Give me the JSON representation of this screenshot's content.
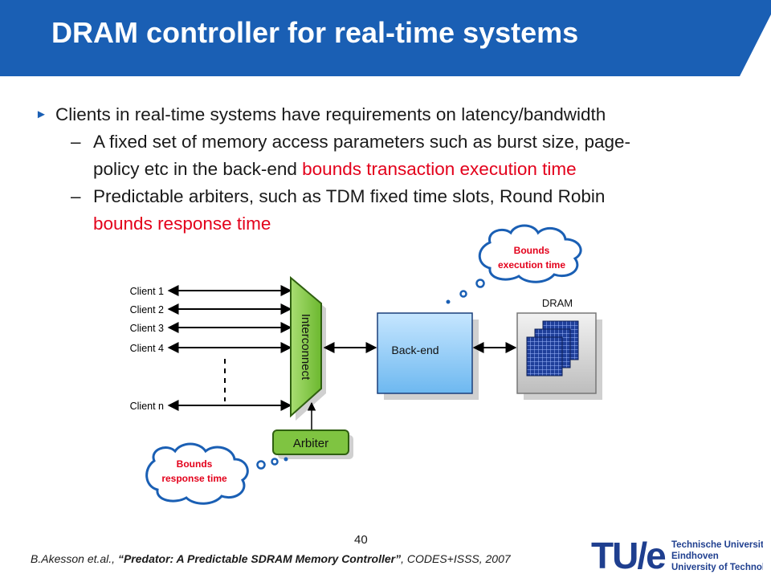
{
  "slide": {
    "title": "DRAM controller for real-time systems",
    "bullets": [
      {
        "text": "Clients in real-time systems have requirements on latency/bandwidth"
      }
    ],
    "subbullets": [
      {
        "line1": "A fixed set of memory access parameters such as burst size, page-",
        "line2_plain": "policy etc in the back-end ",
        "line2_red": "bounds transaction execution time"
      },
      {
        "line1": "Predictable arbiters, such as TDM fixed time slots, Round Robin",
        "line2_red": "bounds response time"
      }
    ],
    "page_number": "40",
    "citation": {
      "authors": "B.Akesson et.al., ",
      "paper": "“Predator: A Predictable SDRAM Memory Controller”",
      "venue": ", CODES+ISSS, 2007"
    }
  },
  "diagram": {
    "clients": [
      "Client 1",
      "Client 2",
      "Client 3",
      "Client 4",
      "Client n"
    ],
    "interconnect": "Interconnect",
    "arbiter": "Arbiter",
    "backend": "Back-end",
    "dram": "DRAM",
    "cloud_execution": [
      "Bounds",
      "execution time"
    ],
    "cloud_response": [
      "Bounds",
      "response time"
    ]
  },
  "logo": {
    "mark": "TU/e",
    "lines": [
      "Technische Universiteit",
      "Eindhoven",
      "University of Technology"
    ]
  },
  "colors": {
    "banner": "#1a5fb4",
    "highlight": "#e3001b",
    "interconnect": "#7fc441",
    "backend": "#8ec8f5"
  }
}
